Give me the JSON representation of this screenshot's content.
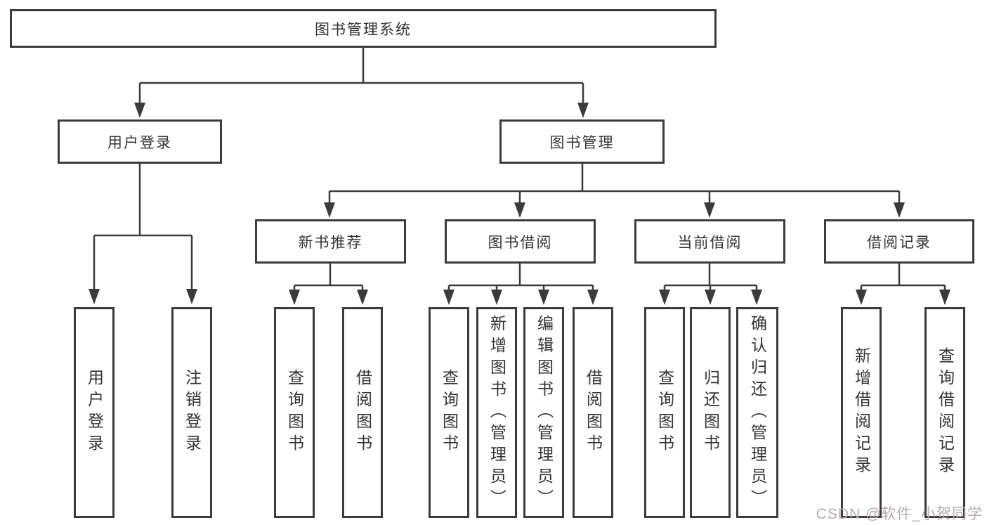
{
  "diagram": {
    "tree": {
      "root": "图书管理系统",
      "children": [
        {
          "label": "用户登录",
          "children": [
            "用户登录",
            "注销登录"
          ]
        },
        {
          "label": "图书管理",
          "children": [
            {
              "label": "新书推荐",
              "children": [
                "查询图书",
                "借阅图书"
              ]
            },
            {
              "label": "图书借阅",
              "children": [
                "查询图书",
                "新增图书（管理员）",
                "编辑图书（管理员）",
                "借阅图书"
              ]
            },
            {
              "label": "当前借阅",
              "children": [
                "查询图书",
                "归还图书",
                "确认归还（管理员）"
              ]
            },
            {
              "label": "借阅记录",
              "children": [
                "新增借阅记录",
                "查询借阅记录"
              ]
            }
          ]
        }
      ]
    },
    "colors": {
      "line": "#3b3b3b",
      "text": "#333333",
      "background": "#ffffff",
      "watermark": "#b5abab"
    }
  },
  "watermark": {
    "text": "CSDN @软件_小贺同学"
  }
}
